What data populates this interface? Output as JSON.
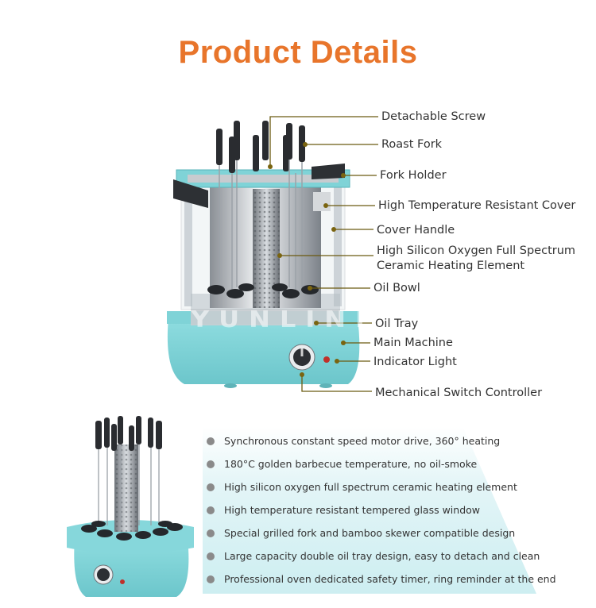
{
  "title": "Product Details",
  "watermark": "YUNLINLI",
  "colors": {
    "title": "#e8752b",
    "teal": "#7fd3d7",
    "leader": "#6b5a10"
  },
  "callouts": [
    "Detachable Screw",
    "Roast Fork",
    "Fork Holder",
    "High Temperature Resistant Cover",
    "Cover Handle",
    "High Silicon Oxygen Full Spectrum",
    "Ceramic Heating Element",
    "Oil Bowl",
    "Oil Tray",
    "Main Machine",
    "Indicator Light",
    "Mechanical Switch Controller"
  ],
  "features": [
    "Synchronous constant speed motor drive, 360° heating",
    "180°C golden barbecue temperature, no oil-smoke",
    "High silicon oxygen full spectrum ceramic heating element",
    "High temperature resistant tempered glass window",
    "Special grilled fork and bamboo skewer compatible design",
    "Large capacity double oil tray design, easy to detach and clean",
    "Professional oven dedicated safety timer, ring reminder at the end"
  ]
}
